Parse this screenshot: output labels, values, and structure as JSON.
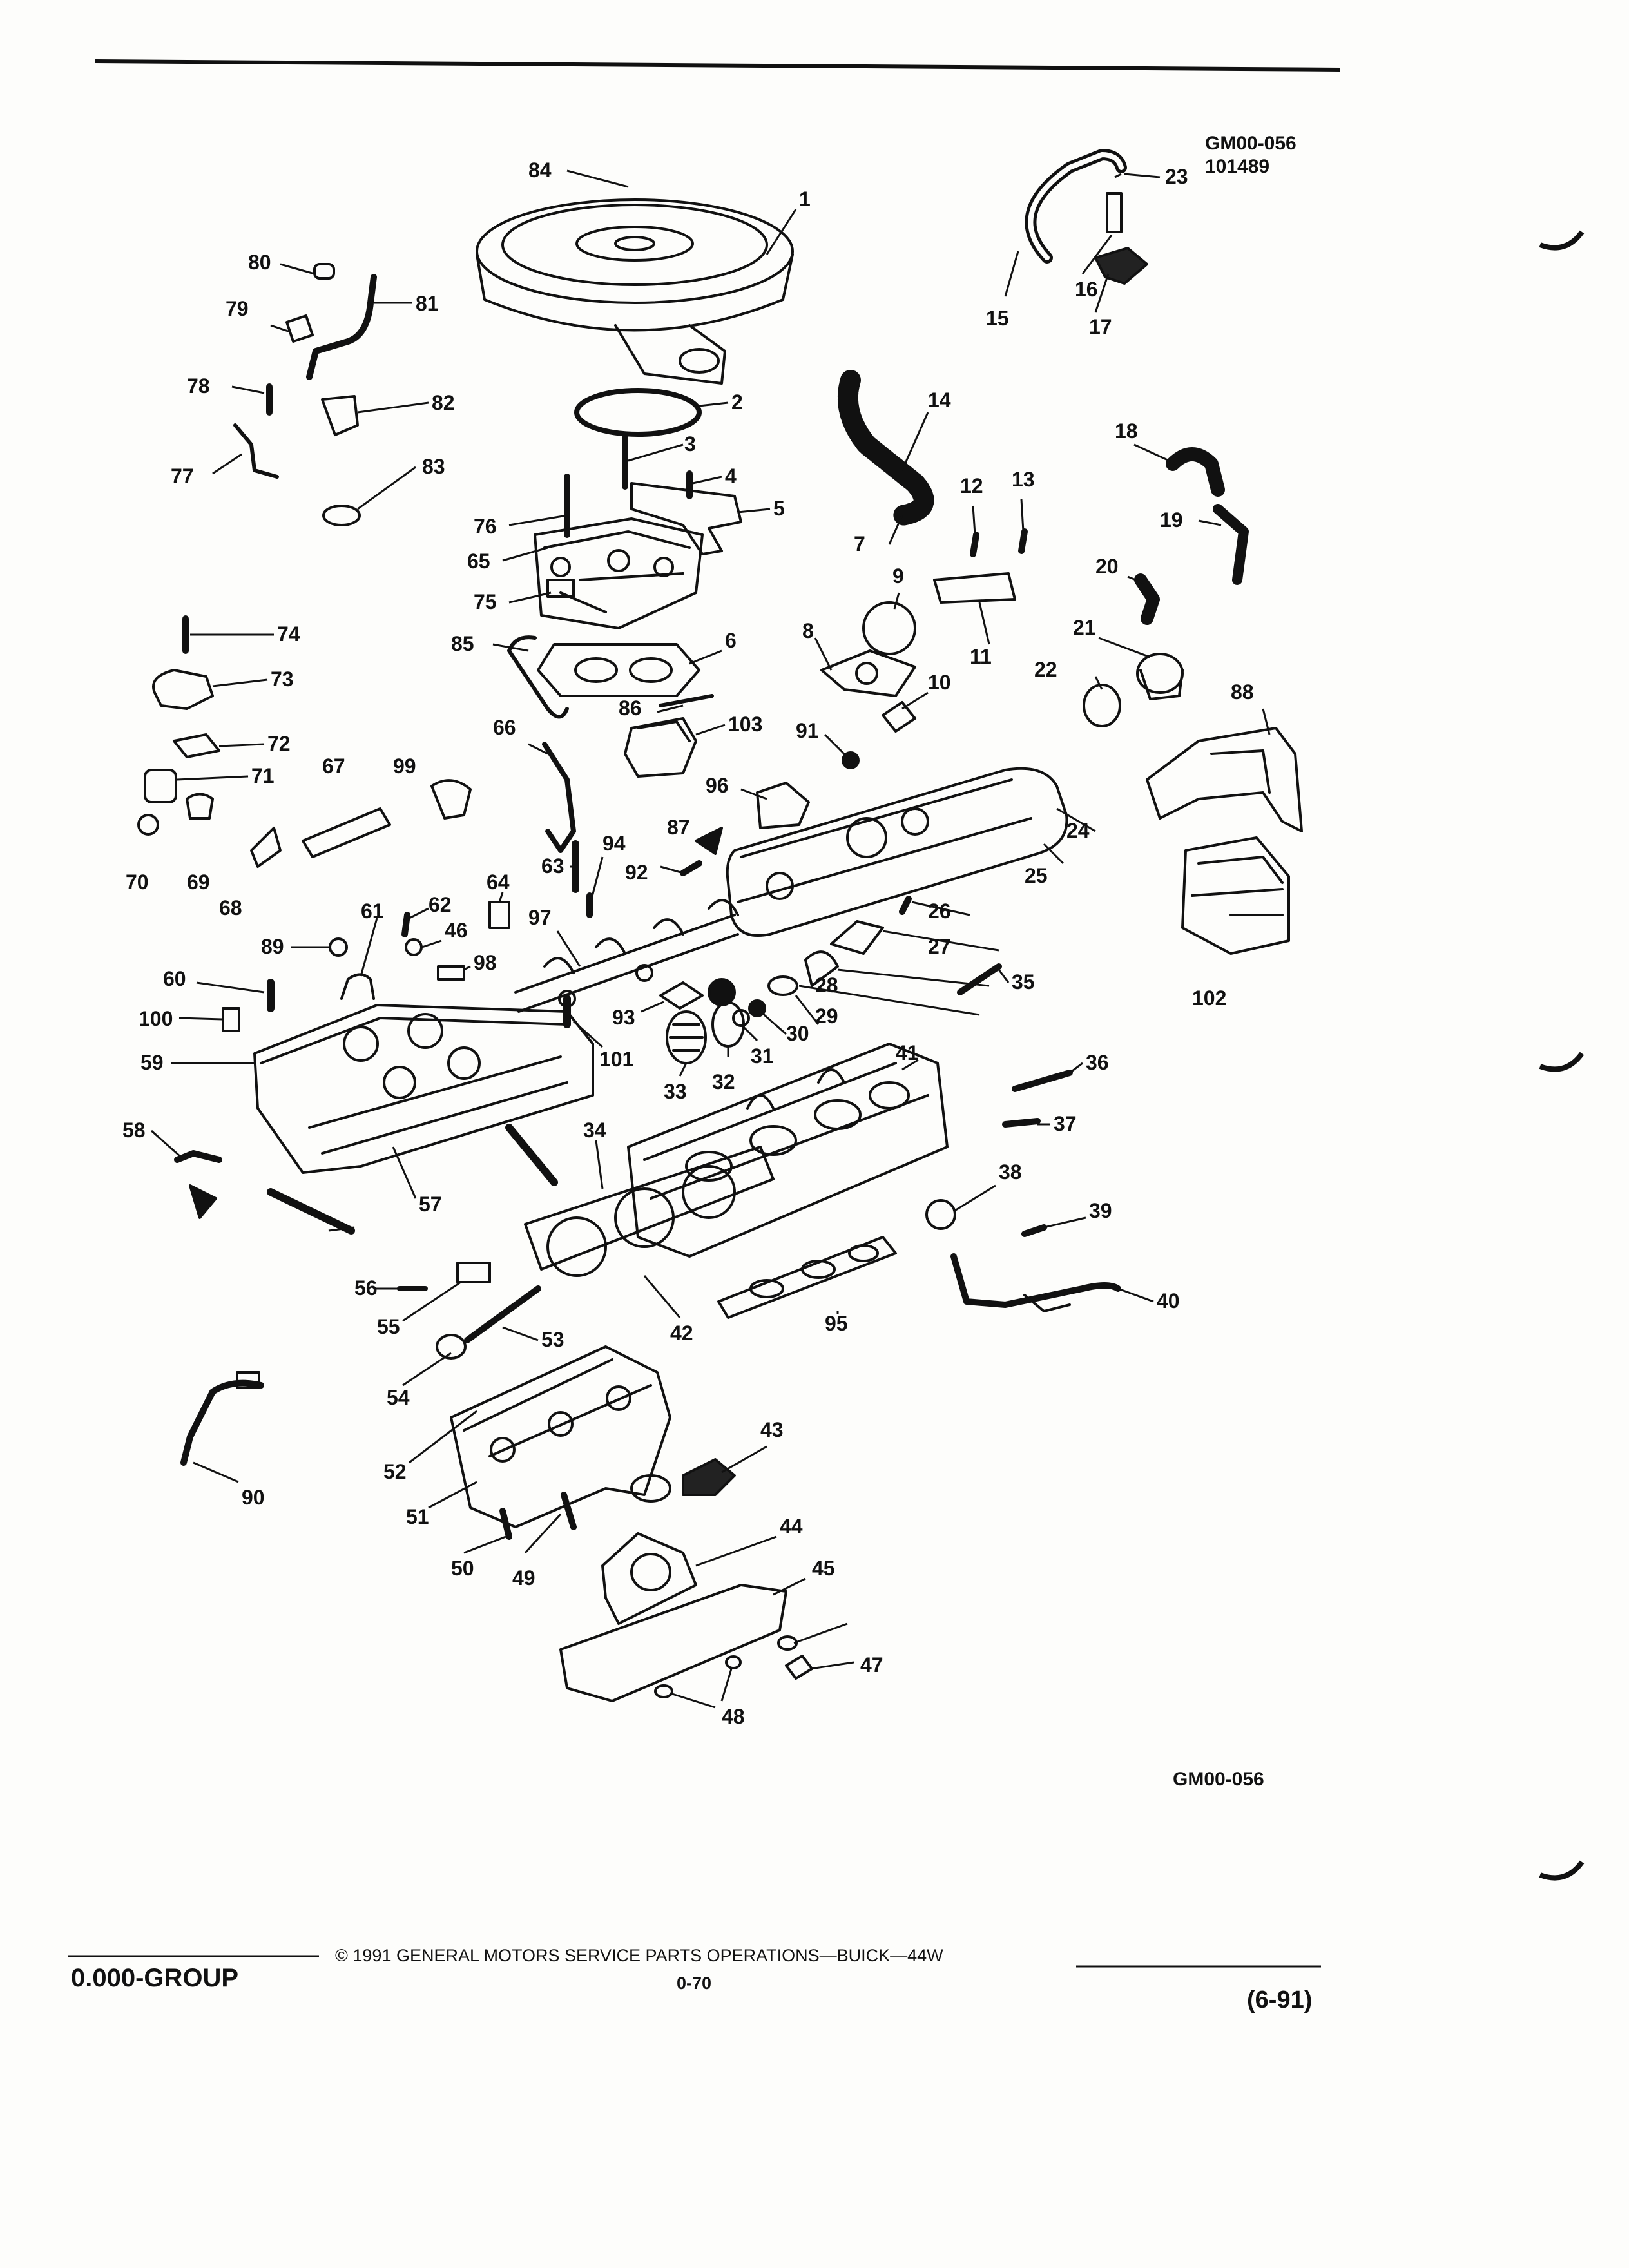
{
  "header": {
    "figure_code": "GM00-056",
    "date_code": "101489"
  },
  "diagram": {
    "callouts": [
      {
        "n": "84"
      },
      {
        "n": "1"
      },
      {
        "n": "80"
      },
      {
        "n": "81"
      },
      {
        "n": "79"
      },
      {
        "n": "78"
      },
      {
        "n": "82"
      },
      {
        "n": "77"
      },
      {
        "n": "83"
      },
      {
        "n": "2"
      },
      {
        "n": "3"
      },
      {
        "n": "4"
      },
      {
        "n": "5"
      },
      {
        "n": "76"
      },
      {
        "n": "65"
      },
      {
        "n": "75"
      },
      {
        "n": "74"
      },
      {
        "n": "73"
      },
      {
        "n": "85"
      },
      {
        "n": "6"
      },
      {
        "n": "72"
      },
      {
        "n": "71"
      },
      {
        "n": "86"
      },
      {
        "n": "103"
      },
      {
        "n": "91"
      },
      {
        "n": "66"
      },
      {
        "n": "67"
      },
      {
        "n": "99"
      },
      {
        "n": "70"
      },
      {
        "n": "69"
      },
      {
        "n": "68"
      },
      {
        "n": "96"
      },
      {
        "n": "87"
      },
      {
        "n": "94"
      },
      {
        "n": "63"
      },
      {
        "n": "92"
      },
      {
        "n": "64"
      },
      {
        "n": "62"
      },
      {
        "n": "61"
      },
      {
        "n": "46"
      },
      {
        "n": "97"
      },
      {
        "n": "89"
      },
      {
        "n": "98"
      },
      {
        "n": "60"
      },
      {
        "n": "100"
      },
      {
        "n": "93"
      },
      {
        "n": "101"
      },
      {
        "n": "59"
      },
      {
        "n": "33"
      },
      {
        "n": "32"
      },
      {
        "n": "31"
      },
      {
        "n": "30"
      },
      {
        "n": "29"
      },
      {
        "n": "28"
      },
      {
        "n": "27"
      },
      {
        "n": "26"
      },
      {
        "n": "25"
      },
      {
        "n": "24"
      },
      {
        "n": "23"
      },
      {
        "n": "16"
      },
      {
        "n": "17"
      },
      {
        "n": "15"
      },
      {
        "n": "14"
      },
      {
        "n": "18"
      },
      {
        "n": "12"
      },
      {
        "n": "13"
      },
      {
        "n": "7"
      },
      {
        "n": "19"
      },
      {
        "n": "9"
      },
      {
        "n": "20"
      },
      {
        "n": "8"
      },
      {
        "n": "11"
      },
      {
        "n": "21"
      },
      {
        "n": "22"
      },
      {
        "n": "10"
      },
      {
        "n": "88"
      },
      {
        "n": "102"
      },
      {
        "n": "35"
      },
      {
        "n": "36"
      },
      {
        "n": "41"
      },
      {
        "n": "37"
      },
      {
        "n": "58"
      },
      {
        "n": "34"
      },
      {
        "n": "57"
      },
      {
        "n": "38"
      },
      {
        "n": "39"
      },
      {
        "n": "56"
      },
      {
        "n": "40"
      },
      {
        "n": "55"
      },
      {
        "n": "42"
      },
      {
        "n": "95"
      },
      {
        "n": "53"
      },
      {
        "n": "54"
      },
      {
        "n": "90"
      },
      {
        "n": "43"
      },
      {
        "n": "52"
      },
      {
        "n": "51"
      },
      {
        "n": "44"
      },
      {
        "n": "50"
      },
      {
        "n": "49"
      },
      {
        "n": "45"
      },
      {
        "n": "47"
      },
      {
        "n": "48"
      }
    ]
  },
  "footer": {
    "figure_code": "GM00-056",
    "group": "0.000-GROUP",
    "copyright": "© 1991 GENERAL MOTORS SERVICE PARTS OPERATIONS—BUICK—44W",
    "page_number": "0-70",
    "revision": "(6-91)"
  }
}
